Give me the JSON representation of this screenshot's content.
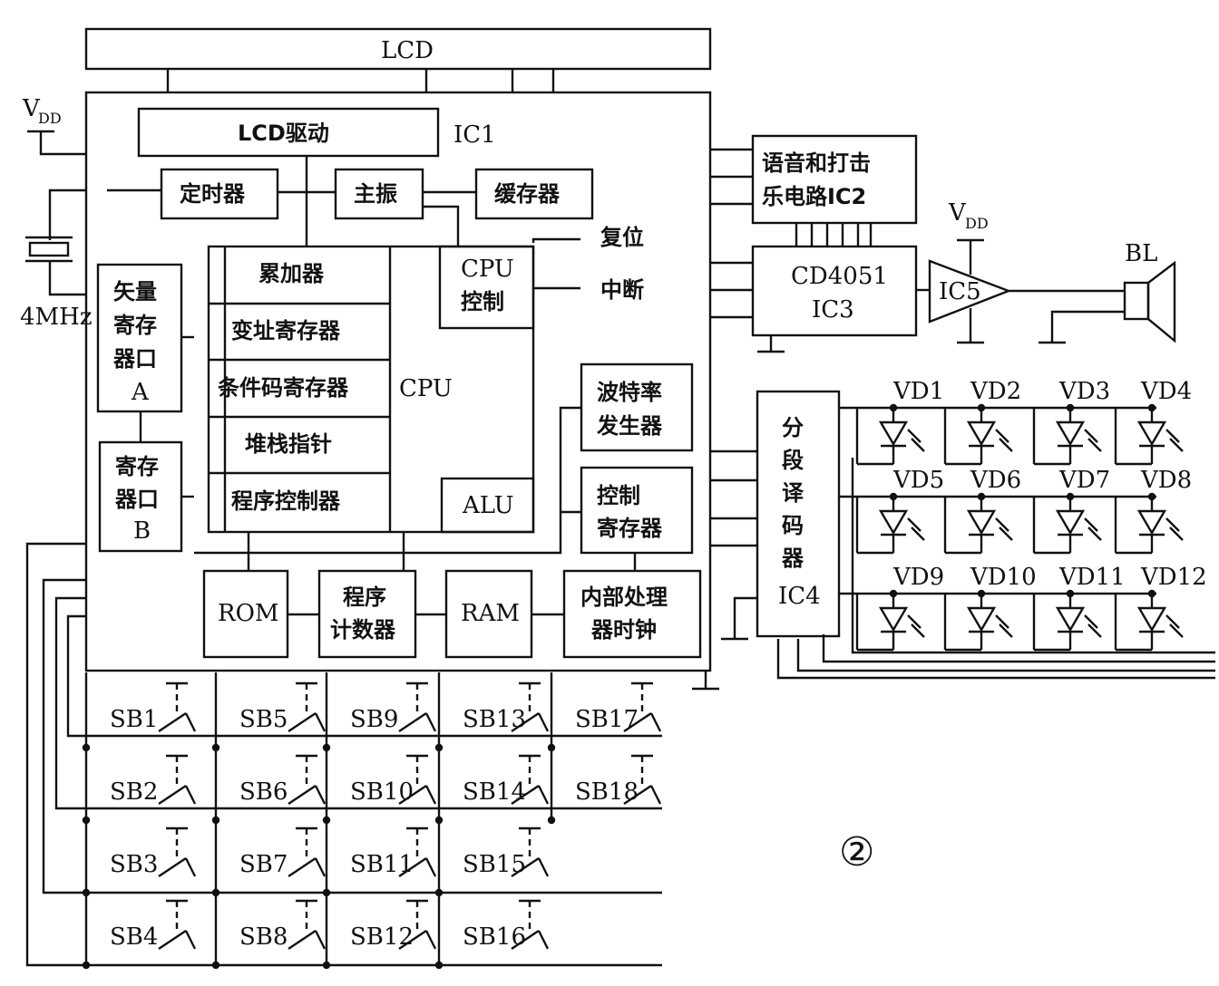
{
  "blocks": {
    "lcd": "LCD",
    "lcd_driver": "LCD驱动",
    "ic1": "IC1",
    "timer": "定时器",
    "main_osc": "主振",
    "buffer": "缓存器",
    "reset": "复位",
    "interrupt": "中断",
    "cpu_control_1": "CPU",
    "cpu_control_2": "控制",
    "accumulator": "累加器",
    "index_register": "变址寄存器",
    "condition_register": "条件码寄存器",
    "stack_pointer": "堆栈指针",
    "program_controller": "程序控制器",
    "cpu": "CPU",
    "alu": "ALU",
    "vector_port_1": "矢量",
    "vector_port_2": "寄存",
    "vector_port_3": "器口",
    "vector_port_4": "A",
    "port_b_1": "寄存",
    "port_b_2": "器口",
    "port_b_3": "B",
    "baud_1": "波特率",
    "baud_2": "发生器",
    "ctrl_reg_1": "控制",
    "ctrl_reg_2": "寄存器",
    "rom": "ROM",
    "pc_1": "程序",
    "pc_2": "计数器",
    "ram": "RAM",
    "clock_1": "内部处理",
    "clock_2": "器时钟",
    "ic2_1": "语音和打击",
    "ic2_2": "乐电路IC2",
    "ic3_1": "CD4051",
    "ic3_2": "IC3",
    "ic5": "IC5",
    "bl": "BL",
    "decoder": [
      "分",
      "段",
      "译",
      "码",
      "器",
      "IC4"
    ],
    "crystal": "4MHz",
    "vdd_main": "V",
    "vdd_sub": "DD",
    "figure_mark": "②"
  },
  "leds": [
    "VD1",
    "VD2",
    "VD3",
    "VD4",
    "VD5",
    "VD6",
    "VD7",
    "VD8",
    "VD9",
    "VD10",
    "VD11",
    "VD12"
  ],
  "switches": [
    [
      "SB1",
      "SB5",
      "SB9",
      "SB13",
      "SB17"
    ],
    [
      "SB2",
      "SB6",
      "SB10",
      "SB14",
      "SB18"
    ],
    [
      "SB3",
      "SB7",
      "SB11",
      "SB15"
    ],
    [
      "SB4",
      "SB8",
      "SB12",
      "SB16"
    ]
  ]
}
